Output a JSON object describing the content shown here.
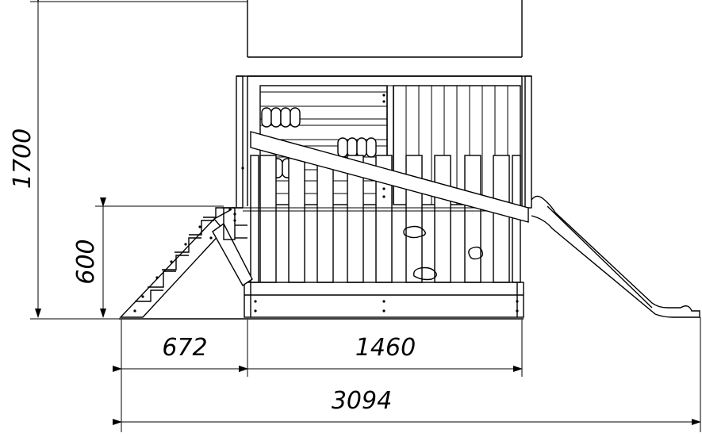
{
  "dimensions": {
    "total_height": "1700",
    "platform_height": "600",
    "stairs_width": "672",
    "house_width": "1460",
    "total_width": "3094"
  }
}
